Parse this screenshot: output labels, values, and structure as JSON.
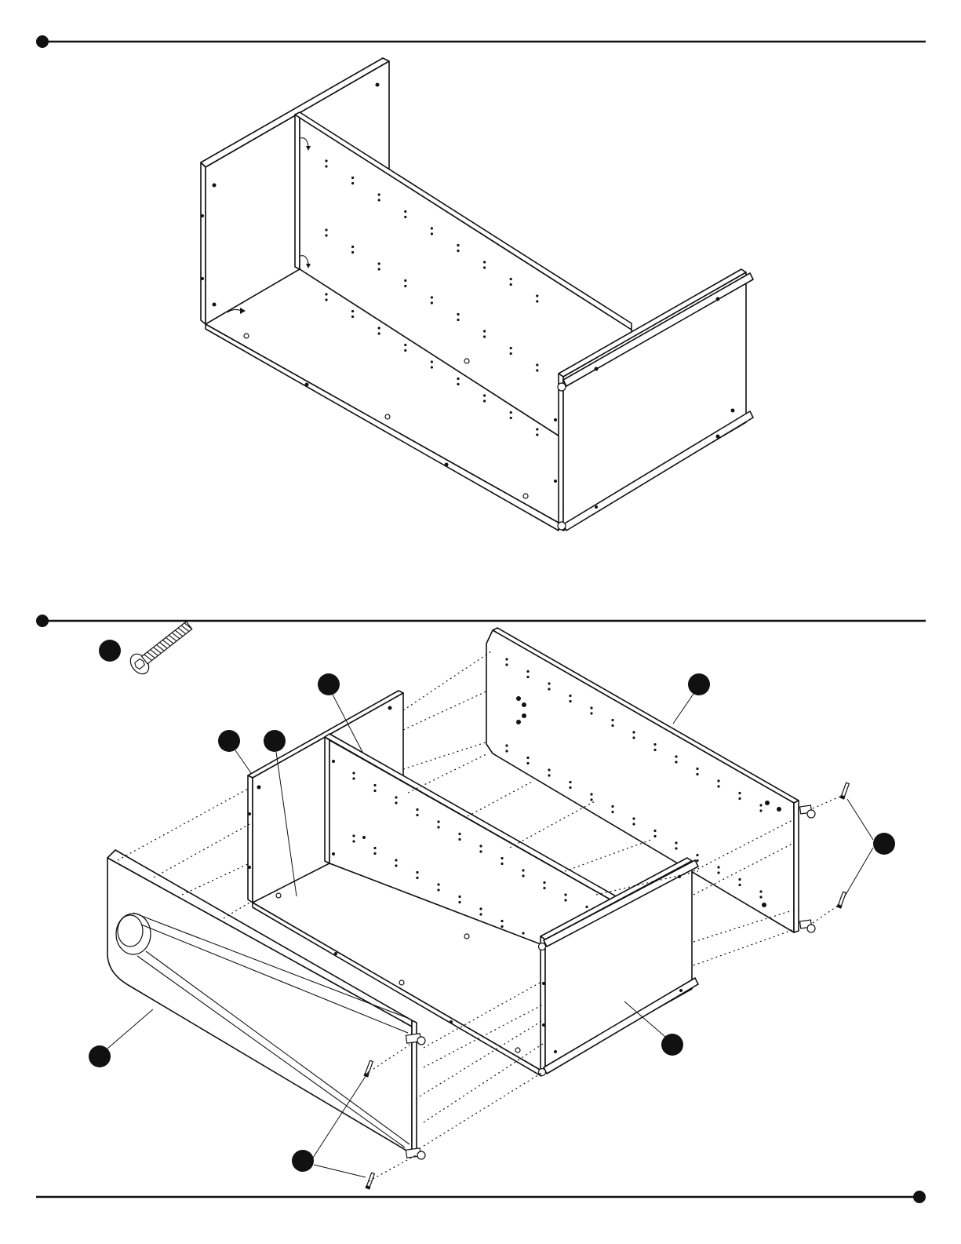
{
  "page": {
    "background": "#ffffff",
    "line_color": "#111111"
  },
  "steps": [
    {
      "id": "step-a",
      "callouts": []
    },
    {
      "id": "step-b",
      "callouts": [
        "bolt",
        "back-panel",
        "side-panel-left",
        "bottom-panel",
        "side-panel-right",
        "screws-right",
        "front-panel",
        "right-end-panel",
        "screws-front"
      ]
    }
  ]
}
